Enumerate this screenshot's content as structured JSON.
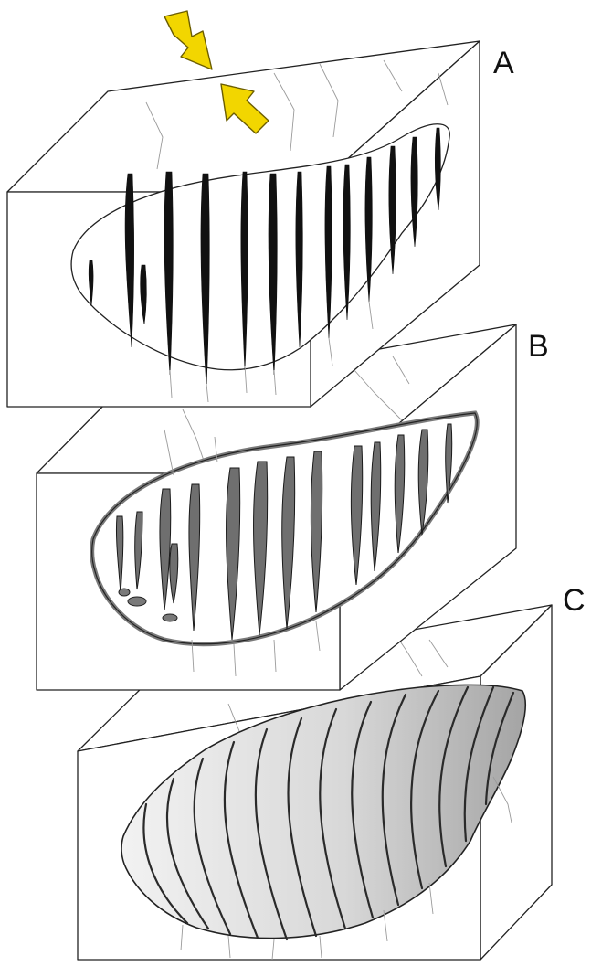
{
  "figure": {
    "panels": [
      {
        "id": "A",
        "label": "A"
      },
      {
        "id": "B",
        "label": "B"
      },
      {
        "id": "C",
        "label": "C"
      }
    ],
    "colors": {
      "arrow_fill": "#f2d600",
      "arrow_stroke": "#6b5d00",
      "outline": "#222222",
      "vein_fill": "#6f6f6f",
      "body_light": "#e4e4e4",
      "body_dark": "#a8a8a8"
    },
    "icons": [
      "compression-arrow-icon"
    ]
  }
}
